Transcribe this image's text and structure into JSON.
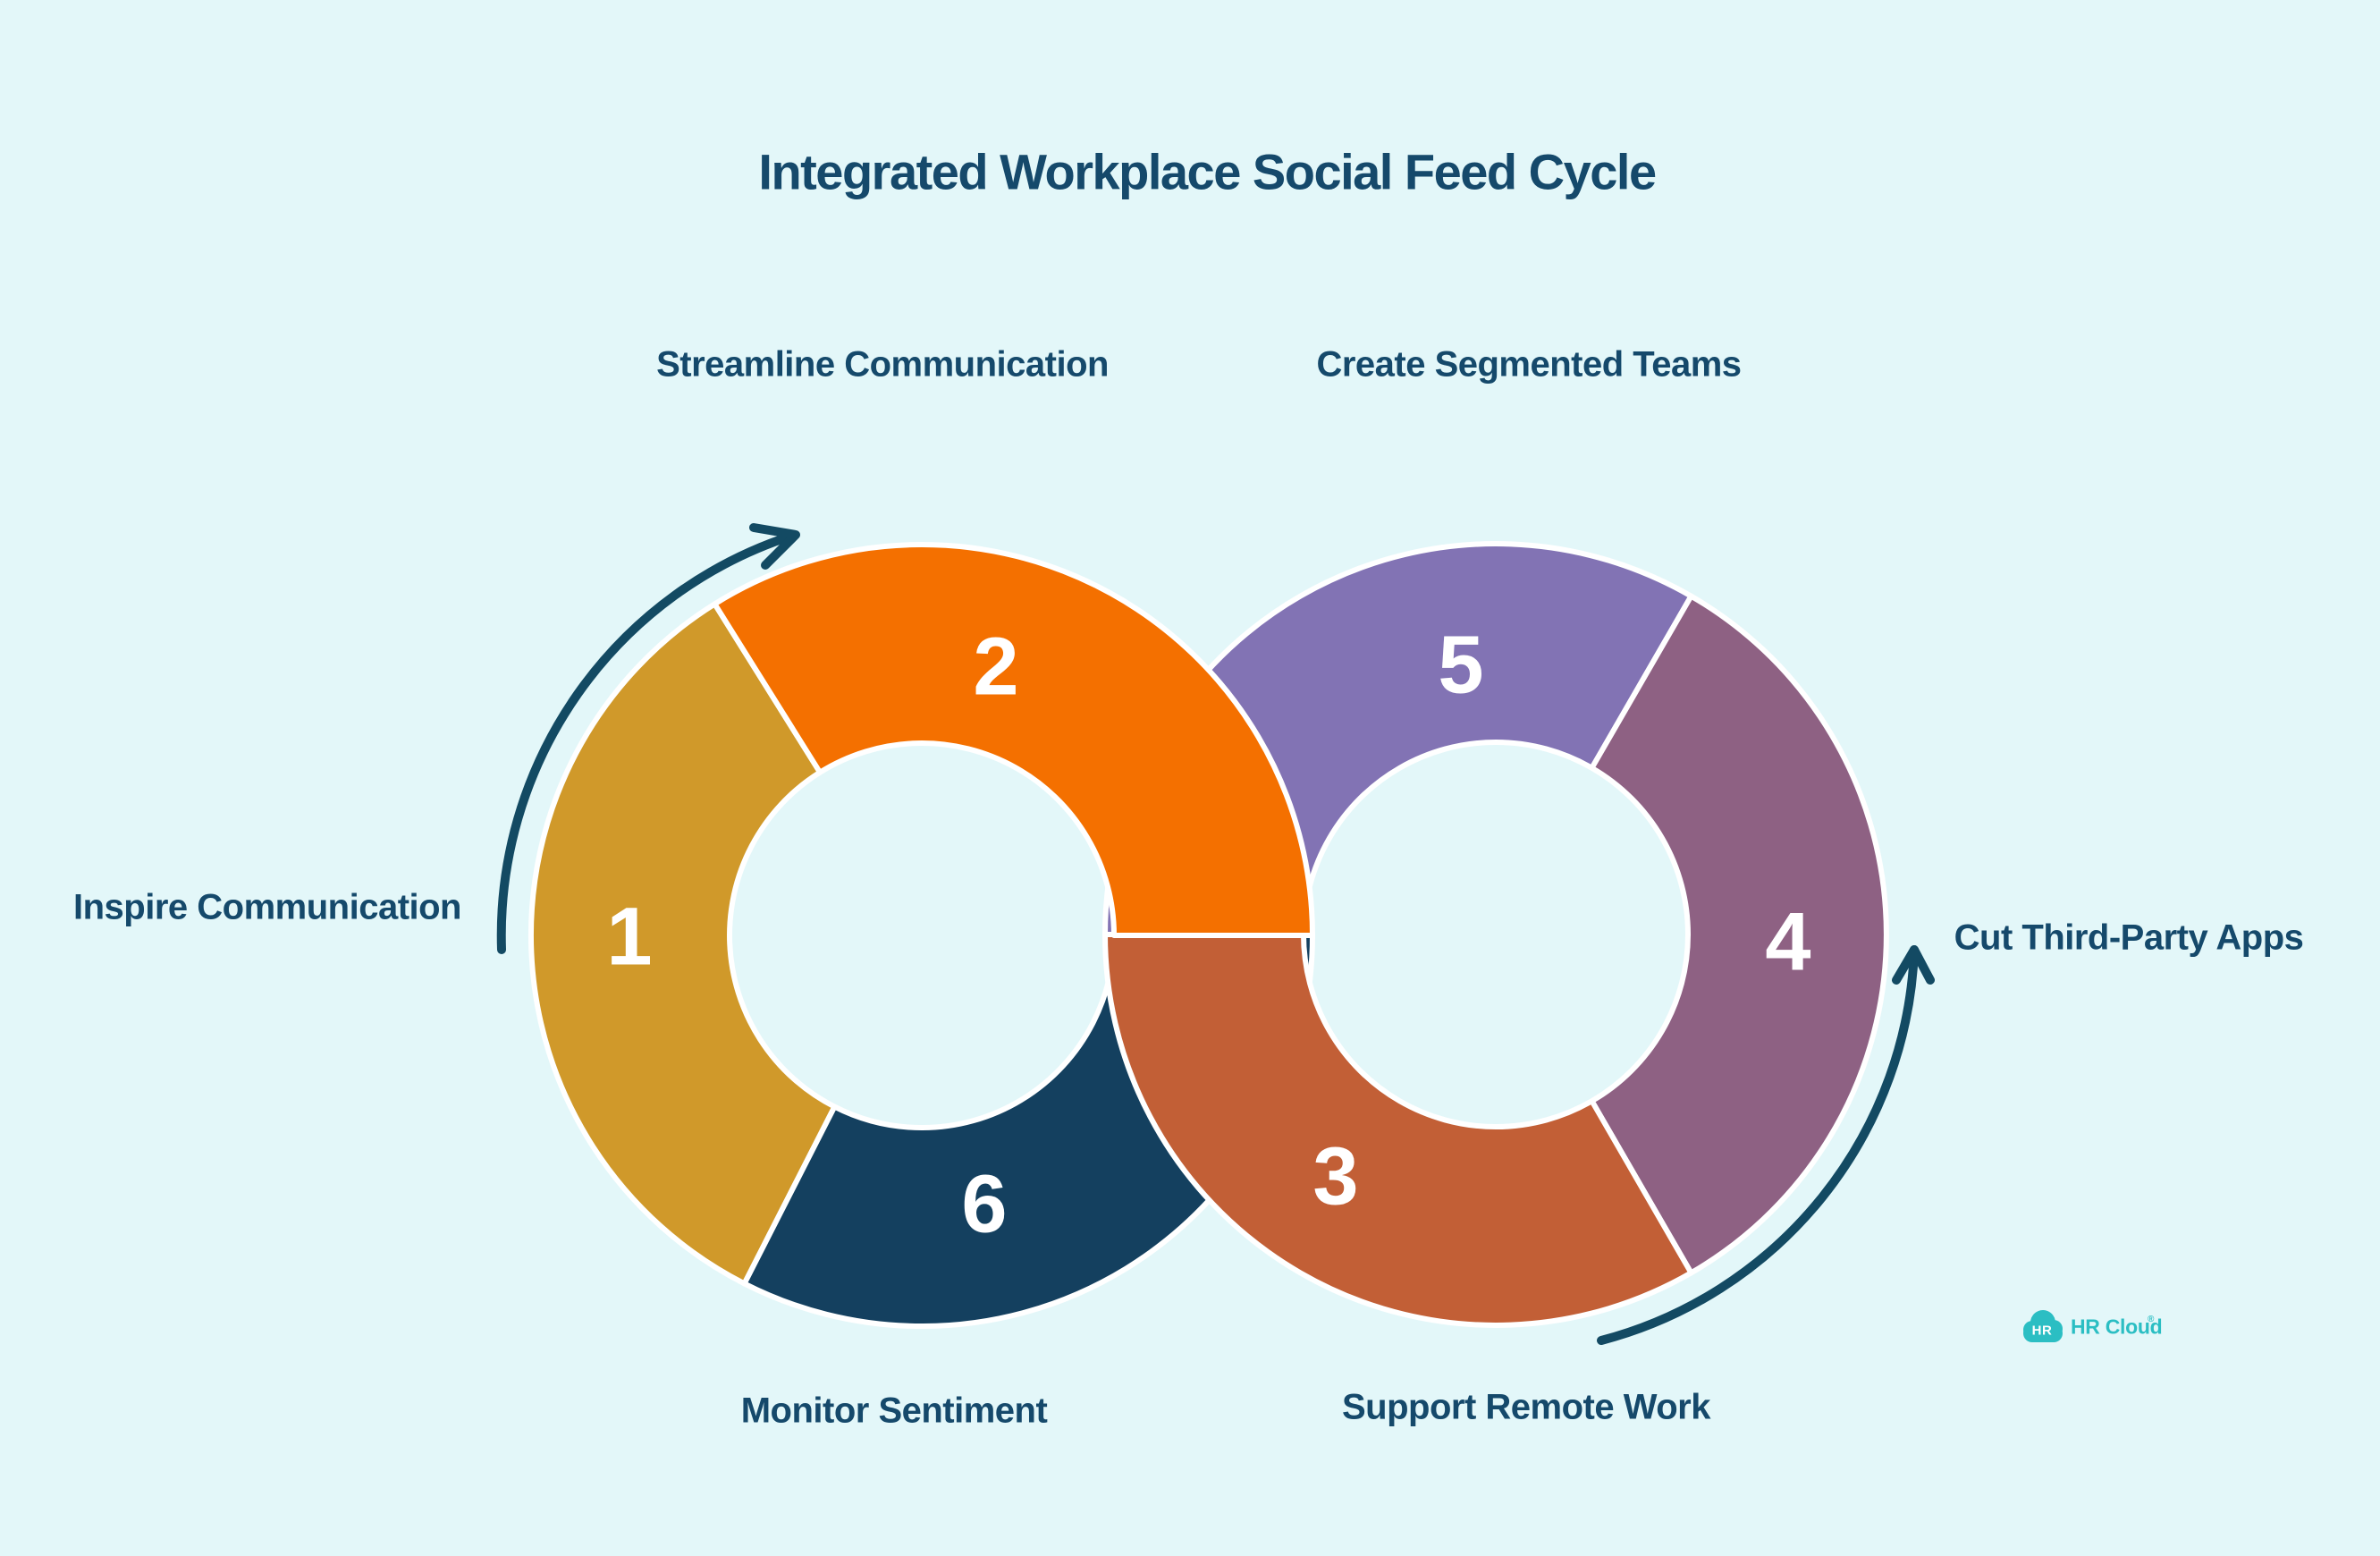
{
  "title": "Integrated Workplace Social Feed Cycle",
  "steps": [
    {
      "number": "1",
      "label": "Inspire Communication"
    },
    {
      "number": "2",
      "label": "Streamline Communication"
    },
    {
      "number": "3",
      "label": "Support Remote Work"
    },
    {
      "number": "4",
      "label": "Cut Third-Party Apps"
    },
    {
      "number": "5",
      "label": "Create Segmented Teams"
    },
    {
      "number": "6",
      "label": "Monitor Sentiment"
    }
  ],
  "colors": {
    "background": "#E3F7F9",
    "step1": "#D0992A",
    "step2": "#F47000",
    "step3": "#C25F36",
    "step4": "#8E6183",
    "step5": "#8273B4",
    "step6": "#14405F",
    "segment_outline": "#FFFFFF",
    "number_text": "#FFFFFF",
    "text": "#15496B",
    "arrow": "#134A63",
    "logo_teal": "#2BBEC3"
  },
  "logo": {
    "icon_text": "HR",
    "wordmark": "HR Cloud",
    "registered_mark": "®"
  }
}
